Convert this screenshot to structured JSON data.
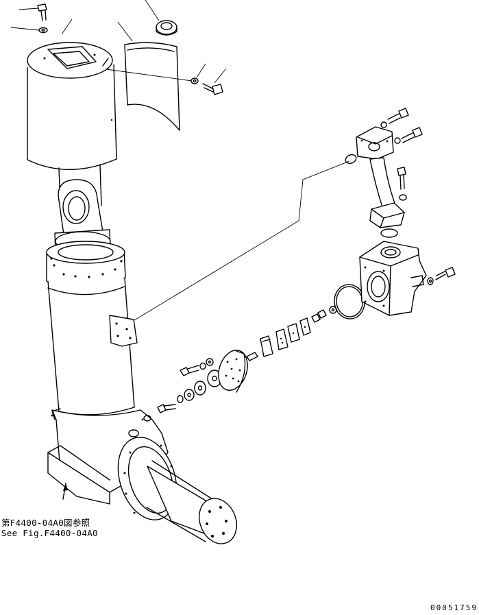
{
  "reference": {
    "jp": "第F4400-04A0図参照",
    "en": "See Fig.F4400-04A0"
  },
  "drawing_code": "00051759"
}
